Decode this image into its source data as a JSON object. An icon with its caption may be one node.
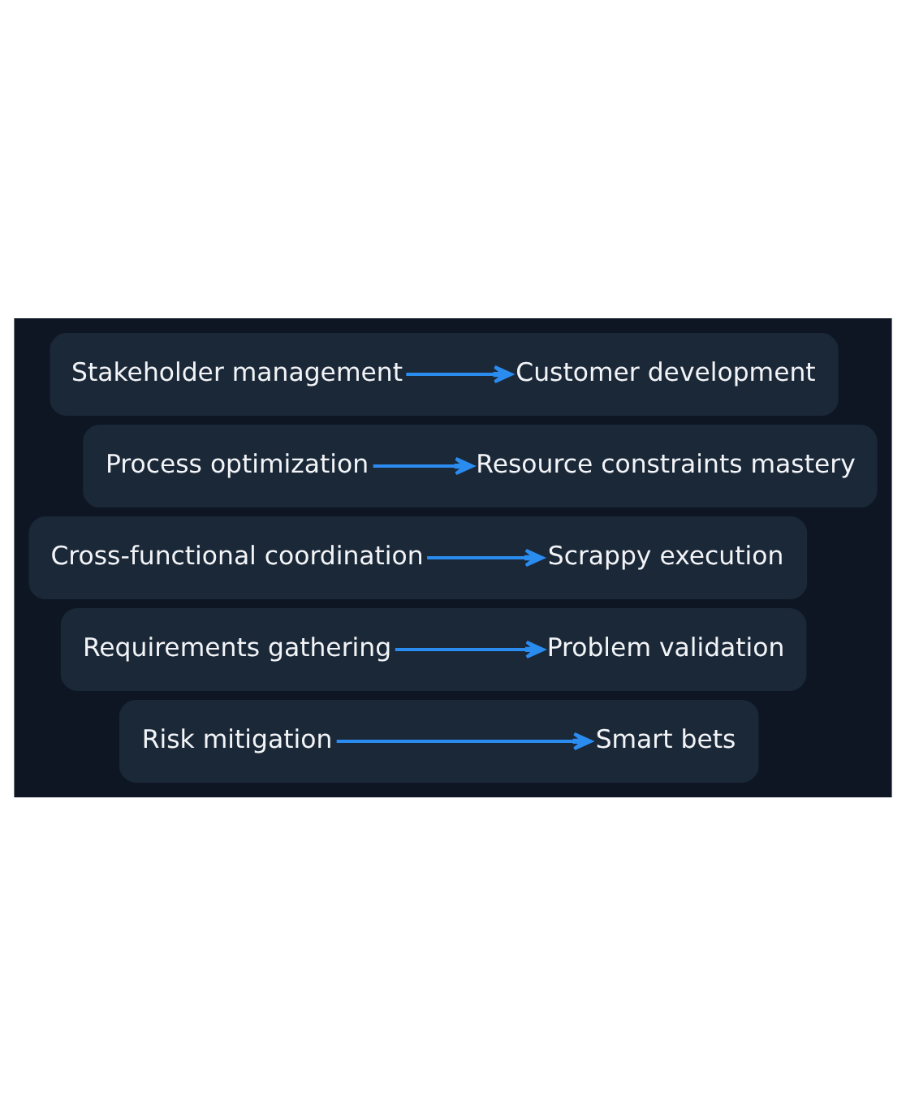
{
  "diagram": {
    "nodes": [
      {
        "text": [],
        "shape": "box"
      },
      {
        "text": [
          "Stakeholder management"
        ],
        "in": 0
      },
      {
        "text": [
          "Customer development"
        ],
        "in": 0
      },
      {
        "text": [],
        "shape": "box"
      },
      {
        "text": [
          "Process optimization"
        ],
        "in": 3
      },
      {
        "text": [
          "Resource constraints mastery"
        ],
        "in": 3
      },
      {
        "text": [],
        "shape": "box"
      },
      {
        "text": [
          "Cross-functional coordination"
        ],
        "in": 6
      },
      {
        "text": [
          "Scrappy execution"
        ],
        "in": 6
      },
      {
        "text": [],
        "shape": "box"
      },
      {
        "text": [
          "Requirements gathering"
        ],
        "in": 9
      },
      {
        "text": [
          "Problem validation"
        ],
        "in": 9
      },
      {
        "text": [],
        "shape": "box"
      },
      {
        "text": [
          "Risk mitigation"
        ],
        "in": 12
      },
      {
        "text": [
          "Smart bets"
        ],
        "in": 12
      }
    ],
    "edges": [
      {
        "from": 1,
        "to": 2,
        "arrow": "to",
        "color": "#2b8cf0"
      },
      {
        "from": 4,
        "to": 5,
        "arrow": "to",
        "color": "#2b8cf0"
      },
      {
        "from": 7,
        "to": 8,
        "arrow": "to",
        "color": "#2b8cf0"
      },
      {
        "from": 10,
        "to": 11,
        "arrow": "to",
        "color": "#2b8cf0"
      },
      {
        "from": 13,
        "to": 14,
        "arrow": "to",
        "color": "#2b8cf0"
      }
    ]
  }
}
